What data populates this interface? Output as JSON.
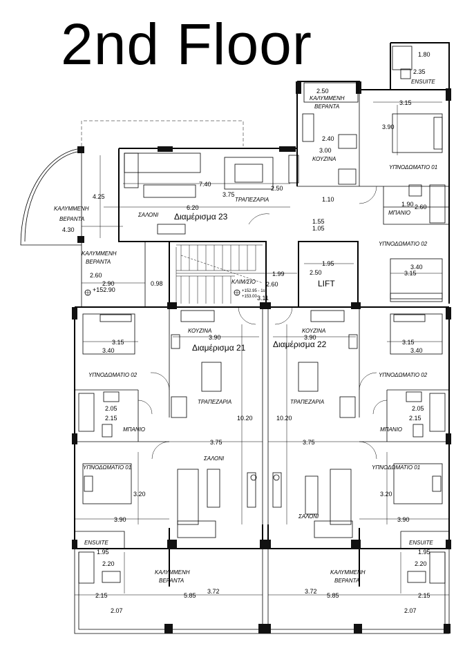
{
  "title": "2nd Floor",
  "labels": {
    "apt21": "Διαμέρισμα 21",
    "apt22": "Διαμέρισμα 22",
    "apt23": "Διαμέρισμα 23",
    "lift": "LIFT",
    "kitchen": "ΚΟΥΖΙΝΑ",
    "dining": "ΤΡΑΠΕΖΑΡΙΑ",
    "living": "ΣΑΛΟΝΙ",
    "bedroom1": "ΥΠΝΟΔΩΜΑΤΙΟ 01",
    "bedroom2": "ΥΠΝΟΔΩΜΑΤΙΟ 02",
    "bathroom": "ΜΠΑΝΙΟ",
    "ensuite": "ENSUITE",
    "stair": "ΚΛΙΜ/ΣΙΟ",
    "veranda_line1": "ΚΑΛΥΜΜΕΝΗ",
    "veranda_line2": "ΒΕΡΑΝΤΑ",
    "elev1": "+152.95 - 1st",
    "elev2": "+153.00",
    "elev3": "+152.90"
  },
  "dims": {
    "d_2_50_top": "2.50",
    "d_1_80": "1.80",
    "d_2_35": "2.35",
    "d_3_15_top": "3.15",
    "d_3_90_top": "3.90",
    "d_2_40": "2.40",
    "d_3_00": "3.00",
    "d_7_40": "7.40",
    "d_2_50_mid": "2.50",
    "d_3_75_top": "3.75",
    "d_4_25": "4.25",
    "d_6_20": "6.20",
    "d_4_30": "4.30",
    "d_1_10": "1.10",
    "d_1_90": "1.90",
    "d_2_60_r": "2.60",
    "d_1_55": "1.55",
    "d_1_05": "1.05",
    "d_1_95_lift": "1.95",
    "d_2_50_lift": "2.50",
    "d_3_40_r": "3.40",
    "d_3_15_r": "3.15",
    "d_2_60_l": "2.60",
    "d_2_90": "2.90",
    "d_0_98": "0.98",
    "d_1_99": "1.99",
    "d_2_60_st": "2.60",
    "d_3_11": "3.11",
    "d_3_90_k21": "3.90",
    "d_3_90_k22": "3.90",
    "d_3_15_l": "3.15",
    "d_3_40_l": "3.40",
    "d_3_15_rr": "3.15",
    "d_3_40_rr": "3.40",
    "d_2_05_l": "2.05",
    "d_2_15_l": "2.15",
    "d_2_05_r": "2.05",
    "d_2_15_r": "2.15",
    "d_10_20_l": "10.20",
    "d_10_20_r": "10.20",
    "d_3_75_l": "3.75",
    "d_3_75_r": "3.75",
    "d_3_20_l": "3.20",
    "d_3_20_r": "3.20",
    "d_3_90_bl": "3.90",
    "d_3_90_br": "3.90",
    "d_1_95_l": "1.95",
    "d_1_95_r": "1.95",
    "d_2_20_l": "2.20",
    "d_2_20_r": "2.20",
    "d_2_15_bl": "2.15",
    "d_5_85_l": "5.85",
    "d_3_72_l": "3.72",
    "d_3_72_r": "3.72",
    "d_5_85_r": "5.85",
    "d_2_15_br": "2.15",
    "d_2_07_l": "2.07",
    "d_2_07_r": "2.07"
  }
}
